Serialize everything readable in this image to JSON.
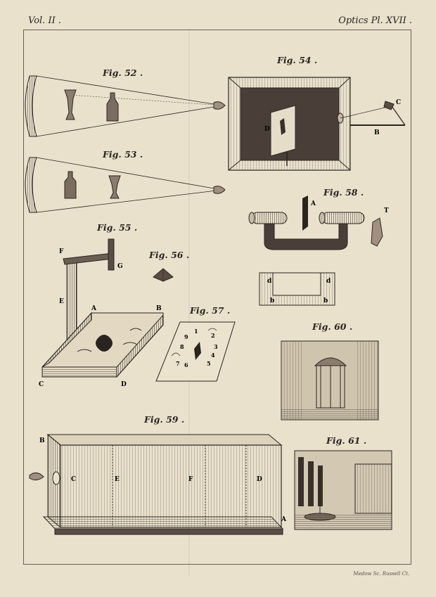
{
  "header": {
    "volume": "Vol. II .",
    "plate": "Optics Pl. XVII ."
  },
  "figures": {
    "f52": "Fig. 52 .",
    "f53": "Fig. 53 .",
    "f54": "Fig. 54 .",
    "f55": "Fig. 55 .",
    "f56": "Fig. 56 .",
    "f57": "Fig. 57 .",
    "f58": "Fig. 58 .",
    "f59": "Fig. 59 .",
    "f60": "Fig. 60 .",
    "f61": "Fig. 61 ."
  },
  "letters": {
    "f54": [
      "C",
      "B",
      "D"
    ],
    "f55": [
      "F",
      "G",
      "E",
      "A",
      "B",
      "C",
      "D"
    ],
    "f57": [
      "1",
      "2",
      "3",
      "4",
      "5",
      "6",
      "7",
      "8",
      "9"
    ],
    "f58": [
      "A",
      "T",
      "d",
      "d",
      "b",
      "b"
    ],
    "f59": [
      "B",
      "C",
      "E",
      "F",
      "D",
      "A"
    ]
  },
  "engraver": "Medow Sc. Russell Ct."
}
